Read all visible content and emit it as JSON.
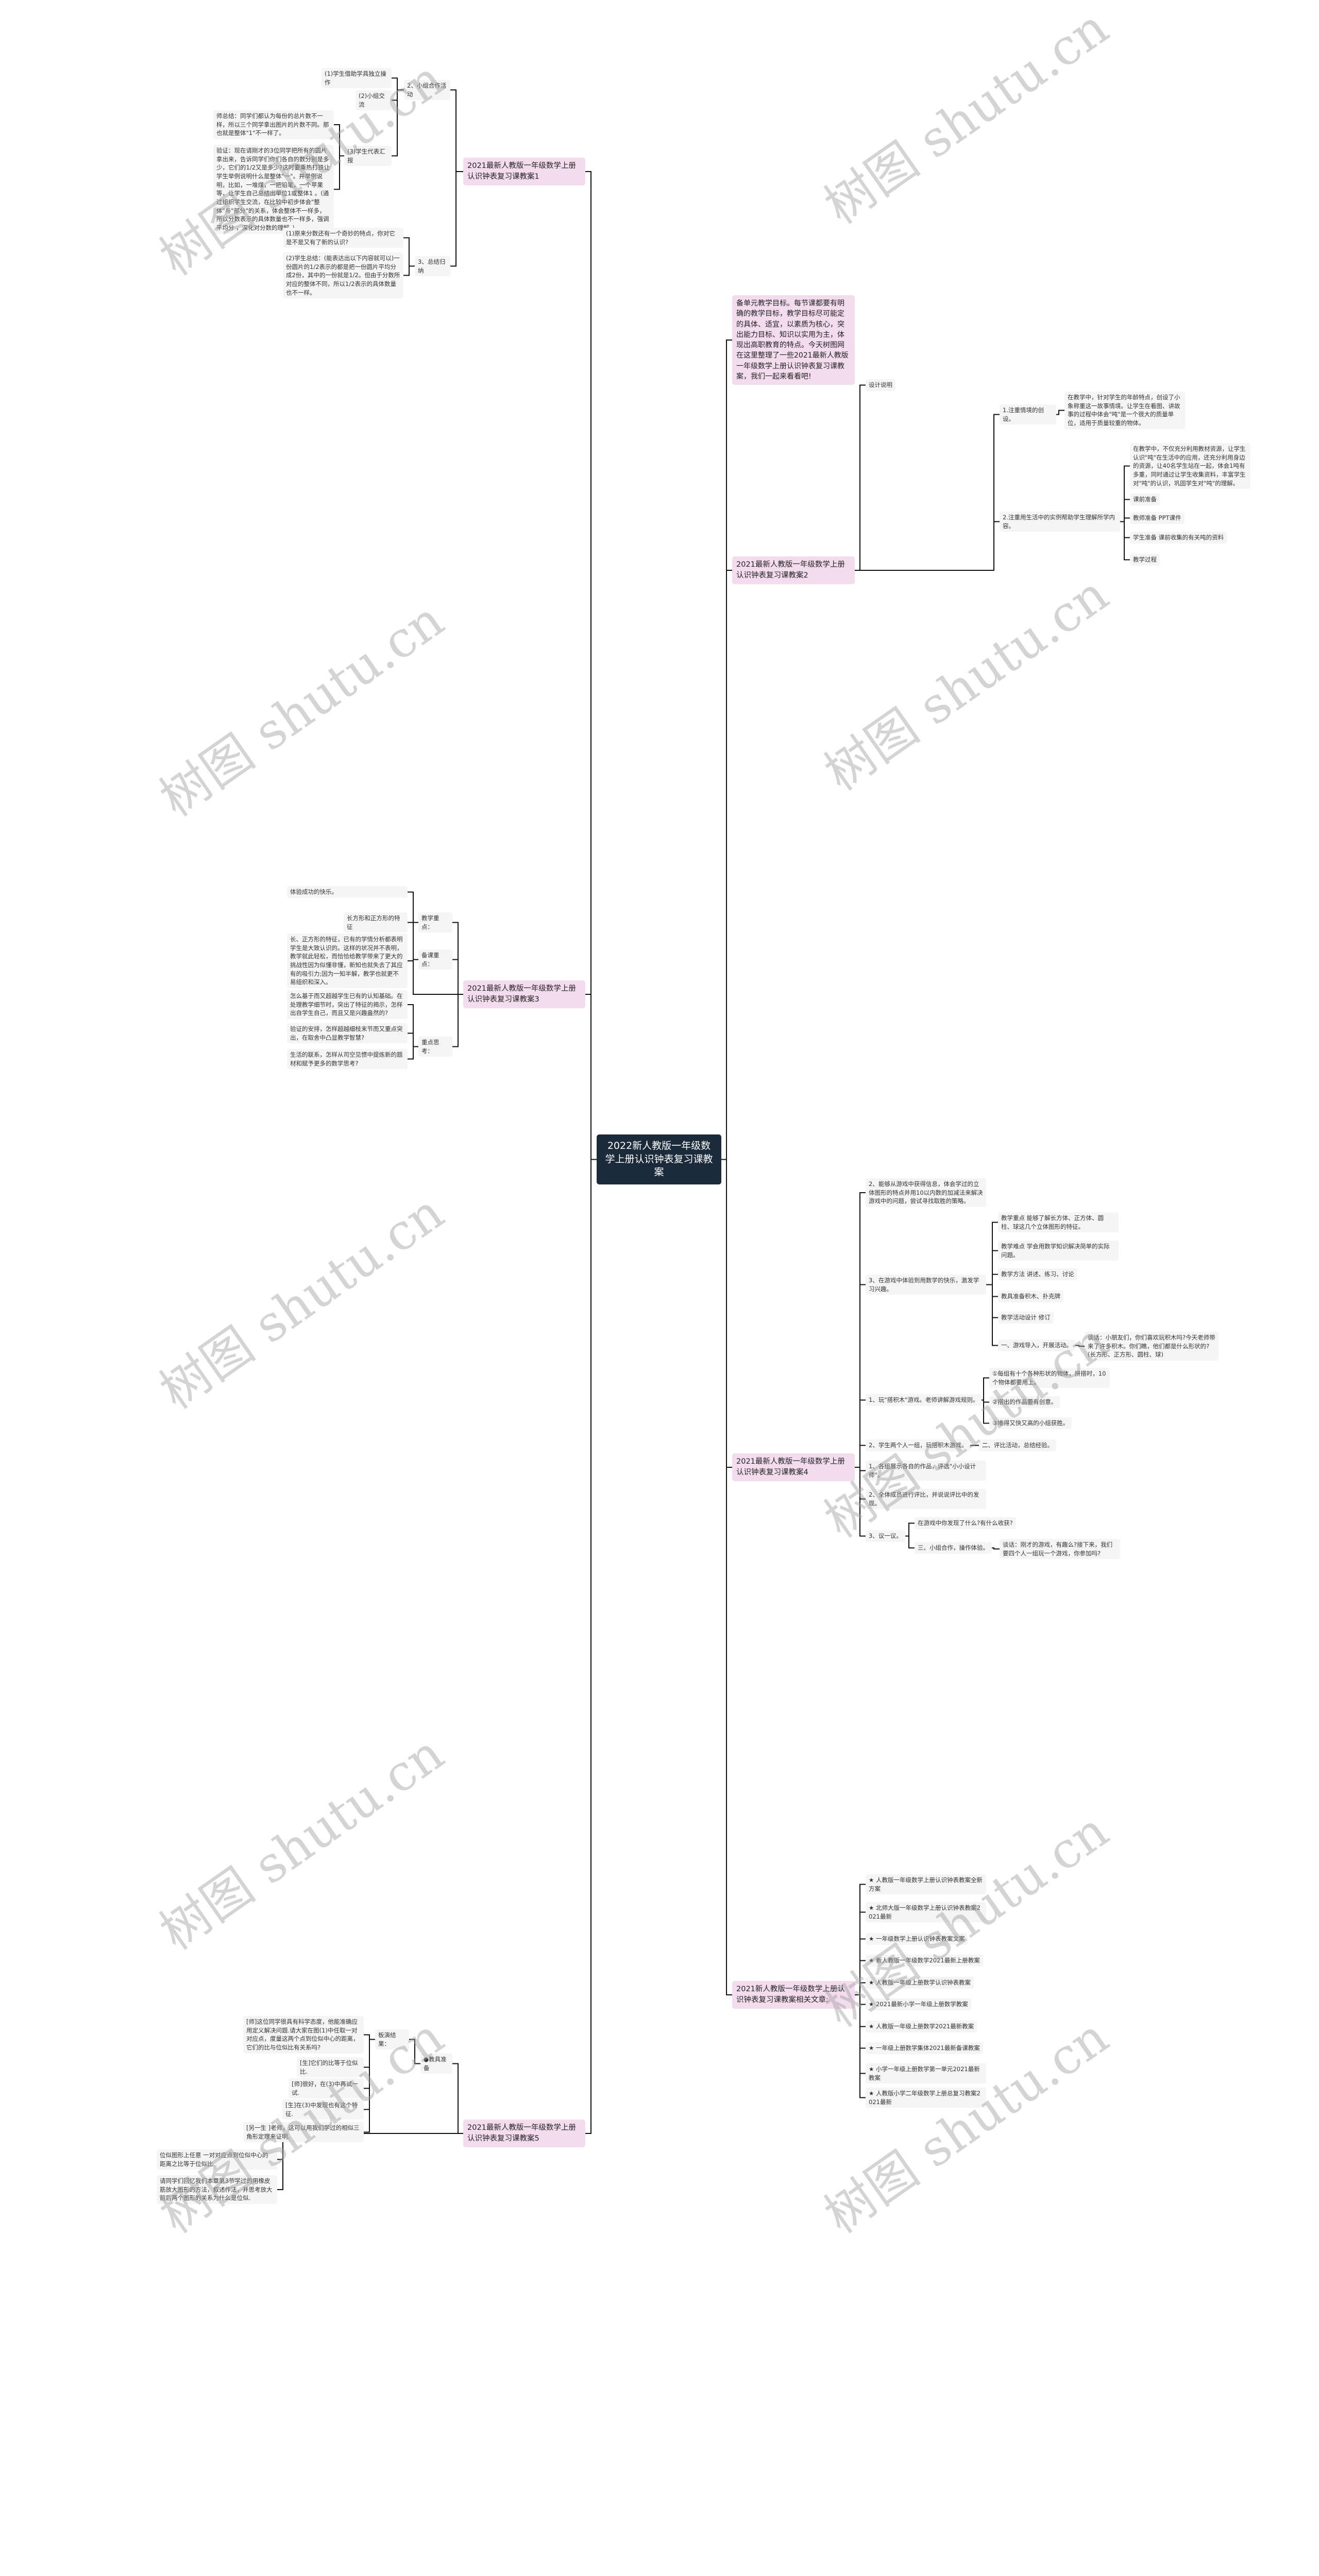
{
  "watermark": "树图 shutu.cn",
  "colors": {
    "center_bg": "#1b2a3b",
    "branch_bg": "#f4dcef",
    "leaf_bg": "#f5f5f5",
    "line": "#111111"
  },
  "center": "2022新人教版一年级数学上册认识钟表复习课教案",
  "intro": "备单元教学目标。每节课都要有明确的教学目标，教学目标尽可能定的具体、适宜，以素质为核心，突出能力目标、知识以实用为主，体现出高职教育的特点。今天树图网在这里整理了一些2021最新人教版一年级数学上册认识钟表复习课教案，我们一起来看看吧!",
  "r2": {
    "title": "2021最新人教版一年级数学上册认识钟表复习课教案2",
    "design": "设计说明",
    "p1": "1.注重情境的创设。",
    "p1_text": "在教学中，针对学生的年龄特点，创设了小象称重这一故事情境。让学生在看图、讲故事的过程中体会\"吨\"是一个很大的质量单位，适用于质量较重的物体。",
    "p2": "2.注重用生活中的实例帮助学生理解所学内容。",
    "p2_children": [
      "在教学中，不仅充分利用教材资源，让学生认识\"吨\"在生活中的应用，还充分利用身边的资源，让40名学生站在一起，体会1吨有多重，同时通过让学生收集资料，丰富学生对\"吨\"的认识，巩固学生对\"吨\"的理解。",
      "课前准备",
      "教师准备 PPT课件",
      "学生准备 课前收集的有关吨的资料",
      "教学过程"
    ]
  },
  "r4": {
    "title": "2021最新人教版一年级数学上册认识钟表复习课教案4",
    "a": "2、能够从游戏中获得信息，体会学过的立体图形的特点并用10以内数的加减法来解决游戏中的问题，尝试寻找取胜的策略。",
    "b": "3、在游戏中体验到用数学的快乐，激发学习兴趣。",
    "b_children": [
      "教学重点 能够了解长方体、正方体、圆柱、球这几个立体图形的特征。",
      "教学难点 学会用数学知识解决简单的实际问题。",
      "教学方法 讲述、练习、讨论",
      "教具准备积木、扑克牌",
      "教学活动设计 修订",
      "一、游戏导入，开展活动。"
    ],
    "b_talk": "谈话：小朋友们，你们喜欢玩积木吗?今天老师带来了许多积木。你们瞧，他们都是什么形状的?(长方形、正方形、圆柱、球)",
    "c": "1、玩\"搭积木\"游戏。老师讲解游戏规则。",
    "c_children": [
      "①每组有十个各种形状的物体，拼搭时，10个物体都要用上。",
      "②搭出的作品要有创意。",
      "③堆得又快又高的小组获胜。"
    ],
    "d": "2、学生两个人一组，玩搭积木游戏。",
    "d_child": "二、评比活动，总结经验。",
    "e": "1、各组展示各自的作品，评选\"小小设计师\"。",
    "f": "2、全体成员进行评比，并说说评比中的发现。",
    "g": "3、议一议。",
    "g_children": [
      "在游戏中你发现了什么?有什么收获?",
      "三、小组合作，操作体验。"
    ],
    "g_talk": "谈话：刚才的游戏，有趣么?接下来，我们要四个人一组玩一个游戏，你参加吗?"
  },
  "related": {
    "title": "2021新人教版一年级数学上册认识钟表复习课教案相关文章:",
    "items": [
      "★ 人教版一年级数学上册认识钟表教案全新方案",
      "★ 北师大版一年级数学上册认识钟表教案2021最新",
      "★ 一年级数学上册认识钟表教案文案",
      "★ 新人教版一年级数学2021最新上册教案",
      "★ 人教版一年级上册数学认识钟表教案",
      "★ 2021最新小学一年级上册数学教案",
      "★ 人教版一年级上册数学2021最新教案",
      "★ 一年级上册数学集体2021最新备课教案",
      "★ 小学一年级上册数学第一单元2021最新教案",
      "★ 人教版小学二年级数学上册总复习教案2021最新"
    ]
  },
  "l1": {
    "title": "2021最新人教版一年级数学上册认识钟表复习课教案1",
    "a": "2、小组合作活动",
    "a_children": [
      "(1)学生借助学具独立操作",
      "(2)小组交流",
      "(3)学生代表汇报"
    ],
    "a3_children": [
      "师总结：同学们都认为每份的总片数不一样，所以三个同学拿出图片的片数不同。那也就是整体\"1\"不一样了。",
      "验证：现在请刚才的3位同学把所有的圆片拿出来，告诉同学们你们各自的数分别是多少，它们的1/2又是多少?这时要乘热打铁让学生举例说明什么是整体\"一\"。并举例说明，比如，一堆煤，一把铅笔，一个苹果等，让学生自己总结出单位1或整体1 。(通过组织学生交流，在比较中初步体会\"整体\"与\"部分\"的关系，体会整体不一样多，所以分数表示的具体数量也不一样多，强调平均分 ，深化对分数的理解。)"
    ],
    "b": "3、总结归纳",
    "b_children": [
      "(1)原来分数还有一个奇妙的特点，你对它是不是又有了新的认识?",
      "(2)学生总结：(能表达出以下内容就可以)一份圆片的1/2表示的都是把一份圆片平均分成2份，其中的一份就是1/2。但由于分数所对应的整体不同，所以1/2表示的具体数量也不一样。"
    ]
  },
  "l3": {
    "title": "2021最新人教版一年级数学上册认识钟表复习课教案3",
    "top_leaf": "体验成功的快乐。",
    "key": "教学重点：",
    "key_child": "长方形和正方形的特征",
    "prep": "备课重点：",
    "prep_child": "长、正方形的特征，已有的学情分析都表明学生是大致认识的。这样的状况并不表明，教学就此轻松，而恰恰给教学带来了更大的挑战性因为似懂非懂，新知也就失去了其应有的吸引力;因为一知半解，教学也就更不易组织和深入。",
    "think": "重点思考：",
    "think_children": [
      "怎么基于而又超越学生已有的认知基础。在处理教学细节时，突出了特征的揭示，怎样出自学生自己，而且又是兴趣盎然的?",
      "验证的安排，怎样超越细枝末节而又重点突出，在取舍中凸显教学智慧?",
      "生活的联系，怎样从司空见惯中提炼新的题材和赋予更多的数学思考?"
    ]
  },
  "l5": {
    "title": "2021最新人教版一年级数学上册认识钟表复习课教案5",
    "tools": "●教具准备",
    "board": "板演结果：",
    "board_children": [
      "[师]这位同学很具有科学态度，他能准确应用定义解决问题.请大家在图(1)中任取一对对应点，度量这两个点到位似中心的距离，它们的比与位似比有关系吗?",
      "[生]它们的比等于位似比.",
      "[师]很好，在(3)中再试一试.",
      "[生]在(3)中发现也有这个特征.",
      "[另一生 ]老师，这可以用我们学过的相似三角形定理来证明."
    ],
    "others": [
      "位似图形上任意 一对对应点到位似中心的距离之比等于位似比.",
      "请同学们回忆我们本章第3节学过的用橡皮筋放大图形的方法，叙述作法，并思考放大前后两个图形的关系为什么是位似."
    ]
  }
}
